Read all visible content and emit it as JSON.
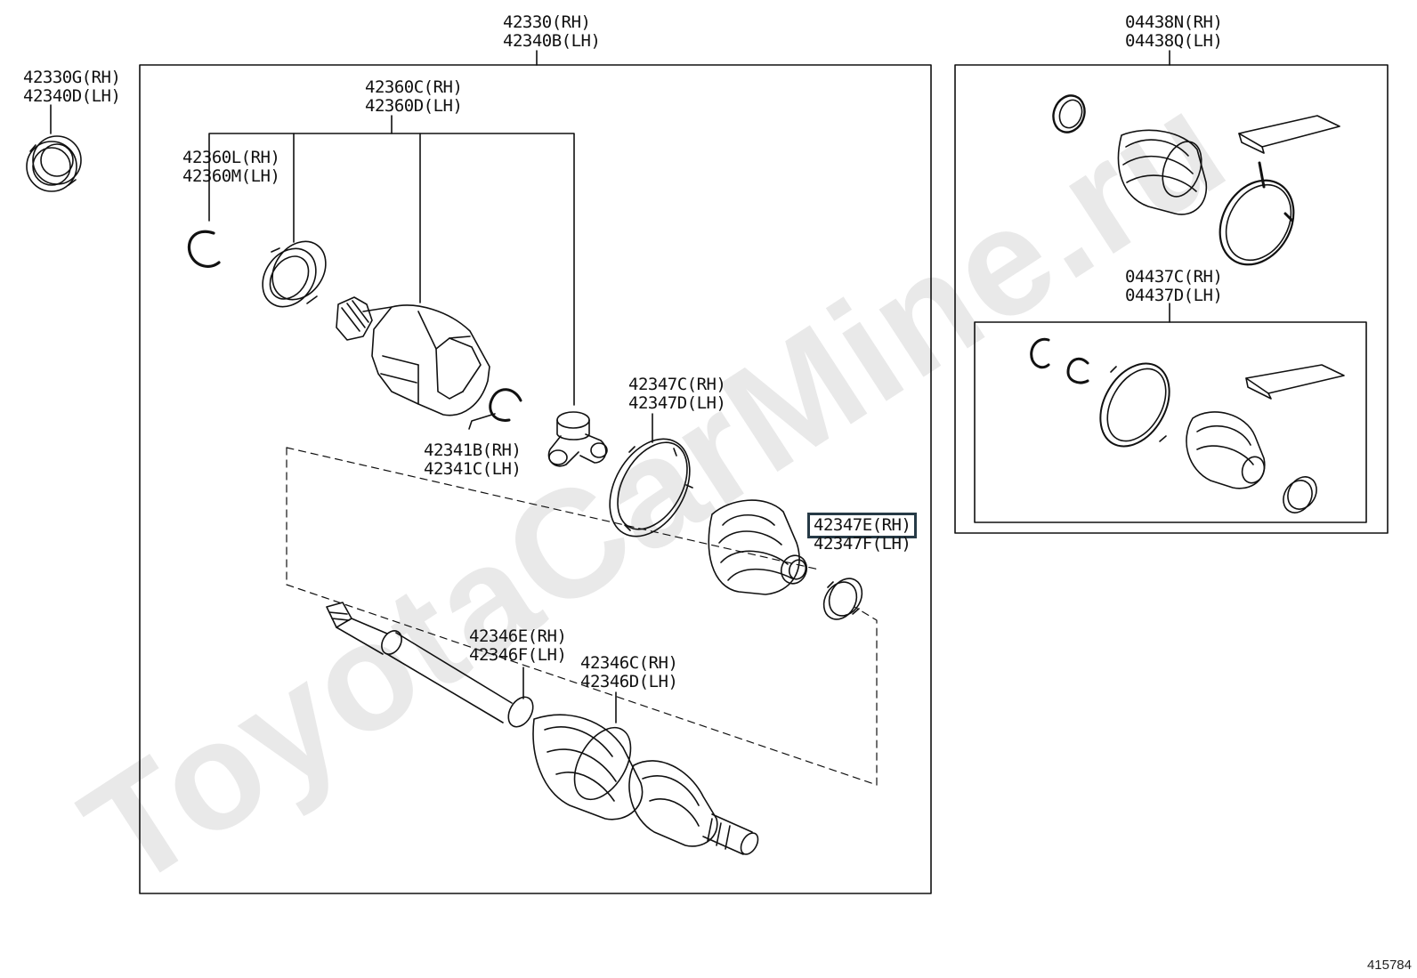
{
  "labels": {
    "assy_main": [
      "42330(RH)",
      "42340B(LH)"
    ],
    "hub_seal": [
      "42330G(RH)",
      "42340D(LH)"
    ],
    "inner_joint": [
      "42360C(RH)",
      "42360D(LH)"
    ],
    "inner_clip": [
      "42360L(RH)",
      "42360M(LH)"
    ],
    "inner_snap": [
      "42341B(RH)",
      "42341C(LH)"
    ],
    "inner_band": [
      "42347C(RH)",
      "42347D(LH)"
    ],
    "outer_band_hl": "42347E(RH)",
    "outer_band_lh": "42347F(LH)",
    "outer_joint": [
      "42346E(RH)",
      "42346F(LH)"
    ],
    "outer_clip": [
      "42346C(RH)",
      "42346D(LH)"
    ],
    "boot_kit_inner": [
      "04438N(RH)",
      "04438Q(LH)"
    ],
    "boot_kit_outer": [
      "04437C(RH)",
      "04437D(LH)"
    ]
  },
  "diagram_number": "415784",
  "watermark": "ToyotaCarMine.ru",
  "colors": {
    "line": "#111111",
    "highlight_border": "#263a46",
    "watermark": "#e9e9e9"
  }
}
